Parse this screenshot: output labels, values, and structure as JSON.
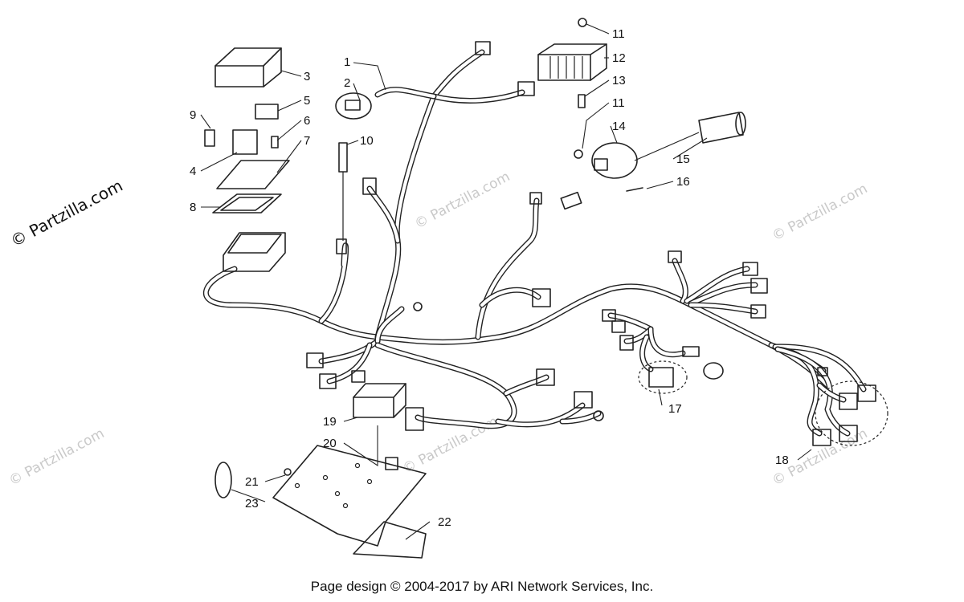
{
  "callouts": {
    "c1": "1",
    "c2": "2",
    "c3": "3",
    "c4": "4",
    "c5": "5",
    "c6": "6",
    "c7": "7",
    "c8": "8",
    "c9": "9",
    "c10": "10",
    "c11a": "11",
    "c11b": "11",
    "c12": "12",
    "c13": "13",
    "c14": "14",
    "c15": "15",
    "c16": "16",
    "c17": "17",
    "c18": "18",
    "c19": "19",
    "c20": "20",
    "c21": "21",
    "c22": "22",
    "c23": "23"
  },
  "watermarks": {
    "main": "© Partzilla.com",
    "faint": "© Partzilla.com"
  },
  "footer": "Page design © 2004-2017 by ARI Network Services, Inc."
}
